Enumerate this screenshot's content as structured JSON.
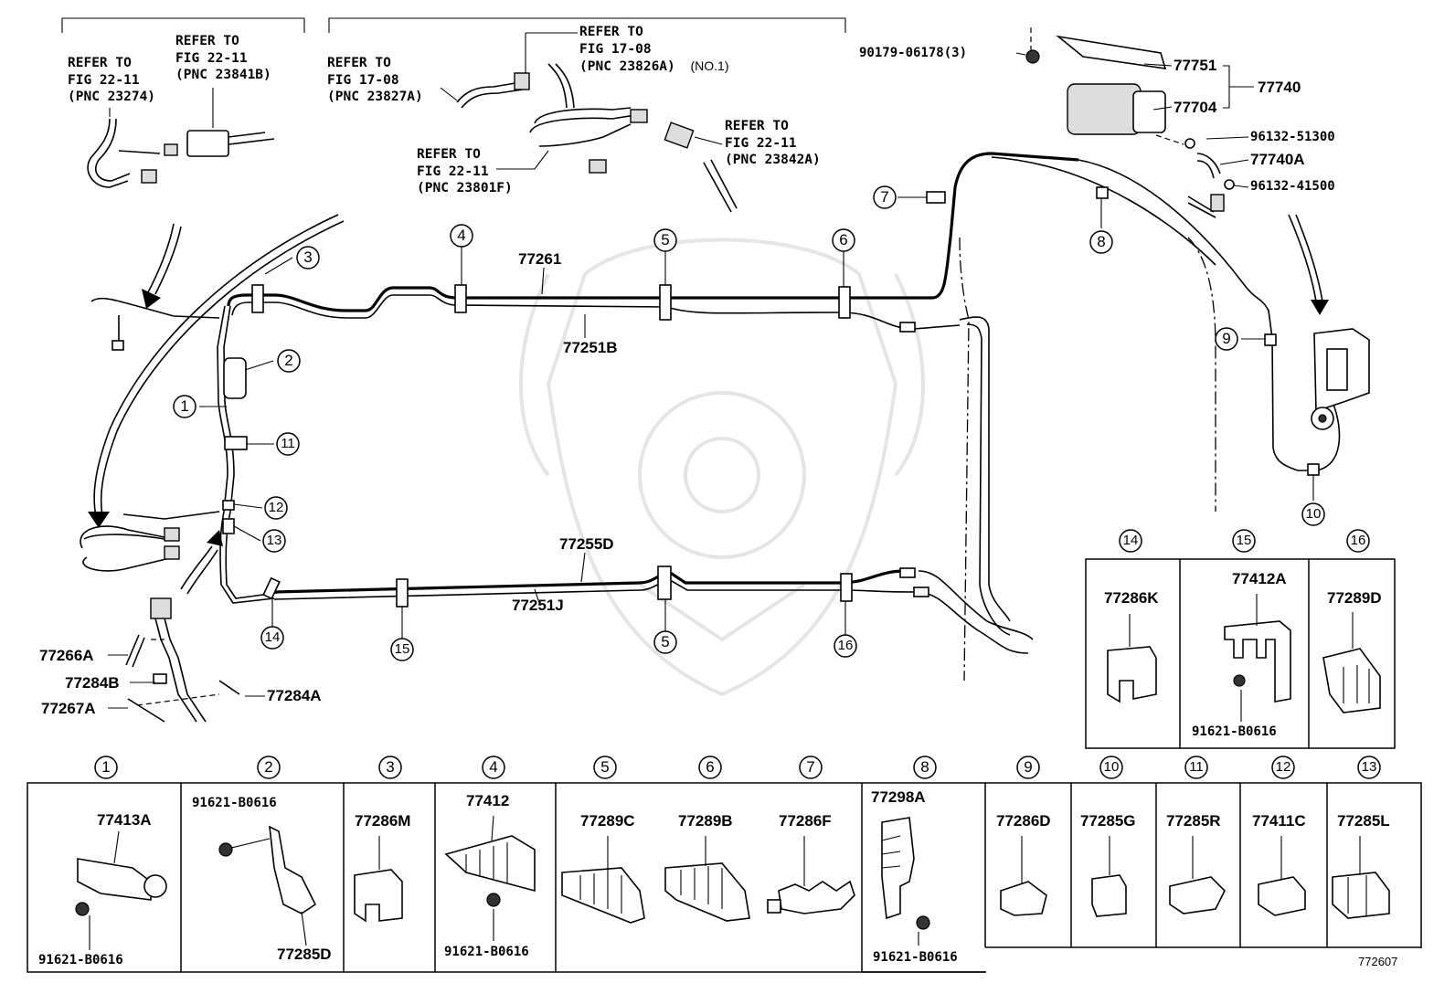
{
  "refs": {
    "r1": {
      "l1": "REFER TO",
      "l2": "FIG 22-11",
      "l3": "(PNC 23274)"
    },
    "r2": {
      "l1": "REFER TO",
      "l2": "FIG 22-11",
      "l3": "(PNC 23841B)"
    },
    "r3": {
      "l1": "REFER TO",
      "l2": "FIG 17-08",
      "l3": "(PNC 23827A)"
    },
    "r4": {
      "l1": "REFER TO",
      "l2": "FIG 17-08",
      "l3": "(PNC 23826A)",
      "note": "(NO.1)"
    },
    "r5": {
      "l1": "REFER TO",
      "l2": "FIG 22-11",
      "l3": "(PNC 23801F)"
    },
    "r6": {
      "l1": "REFER TO",
      "l2": "FIG 22-11",
      "l3": "(PNC 23842A)"
    }
  },
  "main_parts": {
    "p77261": "77261",
    "p77251B": "77251B",
    "p77255D": "77255D",
    "p77251J": "77251J",
    "p77751": "77751",
    "p77740": "77740",
    "p77704": "77704",
    "p77740A": "77740A",
    "p90179": "90179-06178(3)",
    "p96132a": "96132-51300",
    "p96132b": "96132-41500",
    "p77266A": "77266A",
    "p77284B": "77284B",
    "p77267A": "77267A",
    "p77284A": "77284A"
  },
  "callouts": {
    "c1": "1",
    "c2": "2",
    "c3": "3",
    "c4": "4",
    "c5": "5",
    "c6": "6",
    "c7": "7",
    "c8": "8",
    "c9": "9",
    "c10": "10",
    "c11": "11",
    "c12": "12",
    "c13": "13",
    "c14": "14",
    "c15": "15",
    "c16": "16"
  },
  "detail_right": [
    {
      "num": "14",
      "part": "77286K"
    },
    {
      "num": "15",
      "part": "77412A",
      "bolt": "91621-B0616"
    },
    {
      "num": "16",
      "part": "77289D"
    }
  ],
  "detail_bottom": [
    {
      "num": "1",
      "part": "77413A",
      "bolt": "91621-B0616"
    },
    {
      "num": "2",
      "part": "77285D",
      "bolt": "91621-B0616"
    },
    {
      "num": "3",
      "part": "77286M"
    },
    {
      "num": "4",
      "part": "77412",
      "bolt": "91621-B0616"
    },
    {
      "num": "5",
      "part": "77289C"
    },
    {
      "num": "6",
      "part": "77289B"
    },
    {
      "num": "7",
      "part": "77286F"
    },
    {
      "num": "8",
      "part": "77298A",
      "bolt": "91621-B0616"
    },
    {
      "num": "9",
      "part": "77286D"
    },
    {
      "num": "10",
      "part": "77285G"
    },
    {
      "num": "11",
      "part": "77285R"
    },
    {
      "num": "12",
      "part": "77411C"
    },
    {
      "num": "13",
      "part": "77285L"
    }
  ],
  "figure_id": "772607"
}
